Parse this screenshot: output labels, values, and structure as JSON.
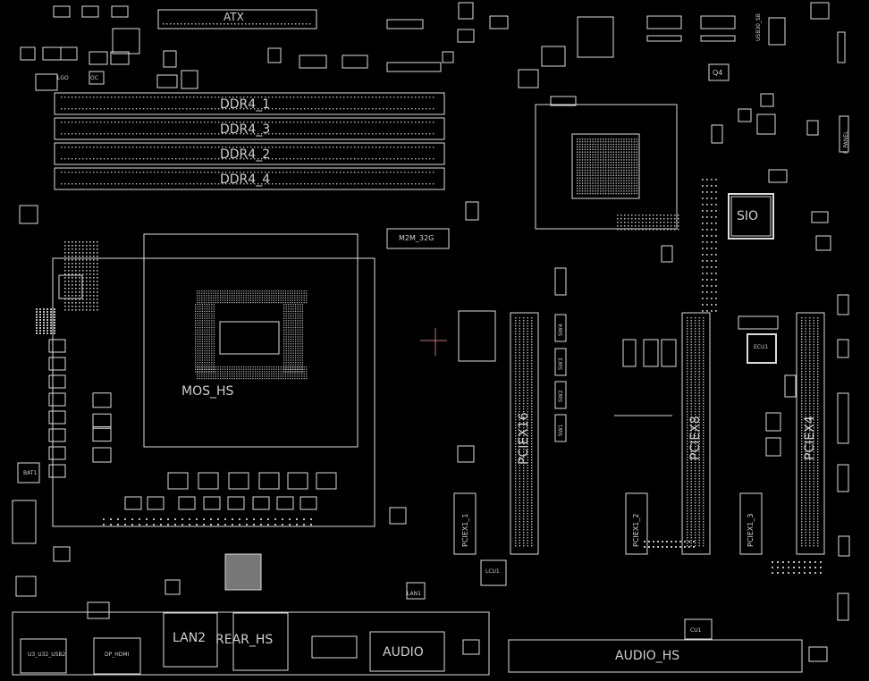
{
  "board": {
    "background": "#000000",
    "stroke_color": "#dcdcdc",
    "accent_color": "#c07080"
  },
  "labels": {
    "atx": "ATX",
    "ddr4_1": "DDR4_1",
    "ddr4_3": "DDR4_3",
    "ddr4_2": "DDR4_2",
    "ddr4_4": "DDR4_4",
    "m2m": "M2M_32G",
    "sio": "SIO",
    "q4": "Q4",
    "pciex16": "PCIEX16",
    "pciex8": "PCIEX8",
    "pciex4": "PCIEX4",
    "pciex1_1": "PCIEX1_1",
    "pciex1_2": "PCIEX1_2",
    "pciex1_3": "PCIEX1_3",
    "mos_hs": "MOS_HS",
    "lan2": "LAN2",
    "rear_hs": "REAR_HS",
    "audio": "AUDIO",
    "audio_hs": "AUDIO_HS",
    "ecu1": "ECU1",
    "cu1": "CU1",
    "lcu1": "LCU1",
    "lan1": "LAN1",
    "dp_hdmi": "DP_HDMI",
    "usb_lan": "U3_U32_USB2",
    "lgo": "LGO",
    "oc": "OC",
    "bat1": "BAT1",
    "sw1": "SW1",
    "sw2": "SW2",
    "sw3": "SW3",
    "sw4": "SW4",
    "f_panel": "F_PANEL",
    "usb30": "USB30_SB"
  }
}
